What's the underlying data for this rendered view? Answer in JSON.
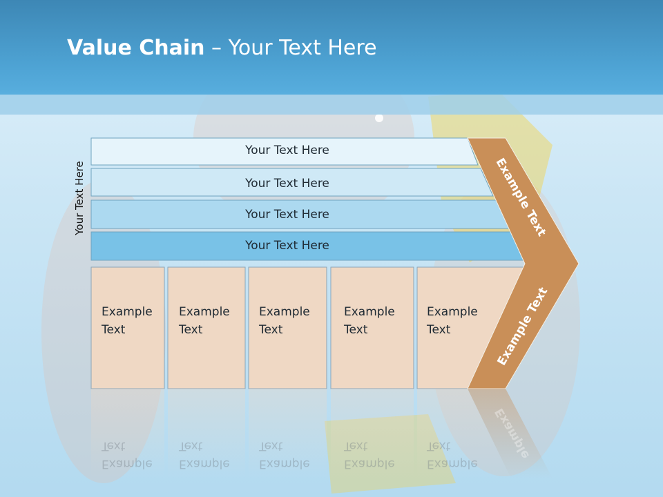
{
  "title": {
    "bold": "Value Chain",
    "rest": " – Your Text Here"
  },
  "side_label": "Your Text Here",
  "bars": [
    {
      "label": "Your Text Here",
      "color": "#e6f4fb"
    },
    {
      "label": "Your Text Here",
      "color": "#cfe9f6"
    },
    {
      "label": "Your Text Here",
      "color": "#acd9f0"
    },
    {
      "label": "Your Text Here",
      "color": "#79c2e7"
    }
  ],
  "boxes": [
    {
      "label": "Example\nText"
    },
    {
      "label": "Example\nText"
    },
    {
      "label": "Example\nText"
    },
    {
      "label": "Example\nText"
    },
    {
      "label": "Example\nText"
    }
  ],
  "chevron": {
    "upper": "Example Text",
    "lower": "Example Text",
    "color": "#c98f58",
    "reflection": "Example"
  },
  "colors": {
    "header": "#4ea3d4",
    "box_fill": "#efd8c4",
    "box_border": "#8aa5b8"
  }
}
